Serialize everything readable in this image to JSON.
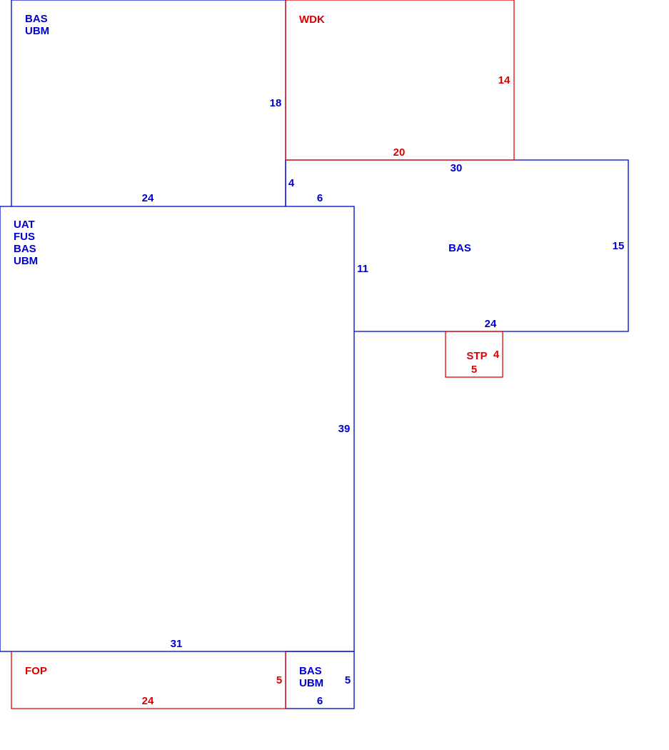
{
  "colors": {
    "living": "#0000cc",
    "other": "#dd0000"
  },
  "areas": {
    "upper_left": {
      "codes": [
        "BAS",
        "UBM"
      ],
      "dims": {
        "bottom": "24",
        "right": "18"
      }
    },
    "wdk": {
      "codes": [
        "WDK"
      ],
      "dims": {
        "bottom": "20",
        "right": "14"
      }
    },
    "east_wing": {
      "label": "BAS",
      "dims": {
        "top": "30",
        "right": "15",
        "bottom": "24",
        "step_vertical": "4",
        "step_horizontal": "6",
        "inner_left": "11"
      }
    },
    "main": {
      "codes": [
        "UAT",
        "FUS",
        "BAS",
        "UBM"
      ],
      "dims": {
        "right": "39",
        "bottom": "31"
      }
    },
    "stp": {
      "label": "STP",
      "dims": {
        "right": "4",
        "bottom": "5"
      }
    },
    "fop": {
      "label": "FOP",
      "dims": {
        "right": "5",
        "bottom": "24"
      }
    },
    "lower_small": {
      "codes": [
        "BAS",
        "UBM"
      ],
      "dims": {
        "right": "5",
        "bottom": "6"
      }
    }
  }
}
